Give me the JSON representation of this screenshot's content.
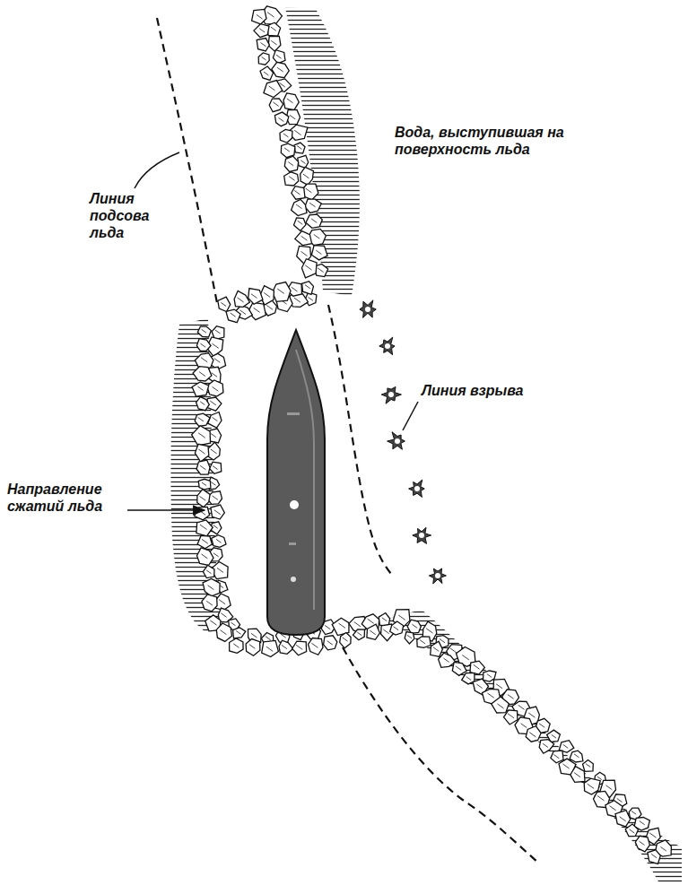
{
  "diagram": {
    "labels": [
      "Вода, выступившая на поверхность льда",
      "Линия подсова льда",
      "Линия взрыва",
      "Направление сжатий льда"
    ]
  }
}
